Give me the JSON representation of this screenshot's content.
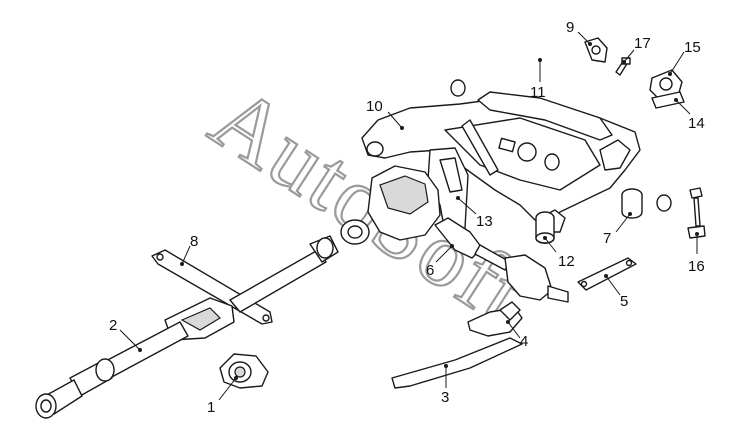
{
  "watermark": "AutoSoft",
  "callouts": [
    {
      "id": "callout-1",
      "label": "1"
    },
    {
      "id": "callout-2",
      "label": "2"
    },
    {
      "id": "callout-3",
      "label": "3"
    },
    {
      "id": "callout-4",
      "label": "4"
    },
    {
      "id": "callout-5",
      "label": "5"
    },
    {
      "id": "callout-6",
      "label": "6"
    },
    {
      "id": "callout-7",
      "label": "7"
    },
    {
      "id": "callout-8",
      "label": "8"
    },
    {
      "id": "callout-9",
      "label": "9"
    },
    {
      "id": "callout-10",
      "label": "10"
    },
    {
      "id": "callout-11",
      "label": "11"
    },
    {
      "id": "callout-12",
      "label": "12"
    },
    {
      "id": "callout-13",
      "label": "13"
    },
    {
      "id": "callout-14",
      "label": "14"
    },
    {
      "id": "callout-15",
      "label": "15"
    },
    {
      "id": "callout-16",
      "label": "16"
    },
    {
      "id": "callout-17",
      "label": "17"
    }
  ]
}
